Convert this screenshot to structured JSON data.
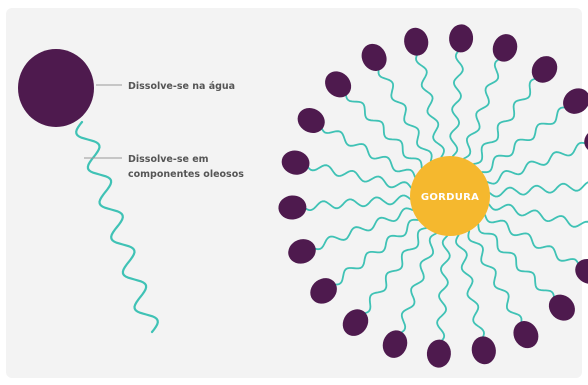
{
  "labels": {
    "head": "Dissolve-se na água",
    "tail_line1": "Dissolve-se em",
    "tail_line2": "componentes oleosos"
  },
  "micelle": {
    "center_label": "GORDURA",
    "molecule_count": 22
  },
  "colors": {
    "head": "#4e1a4e",
    "tail": "#3fc2b5",
    "fat": "#f5b82e",
    "label": "#555555",
    "leader": "#9a9a9a",
    "panel": "#f3f3f3"
  }
}
